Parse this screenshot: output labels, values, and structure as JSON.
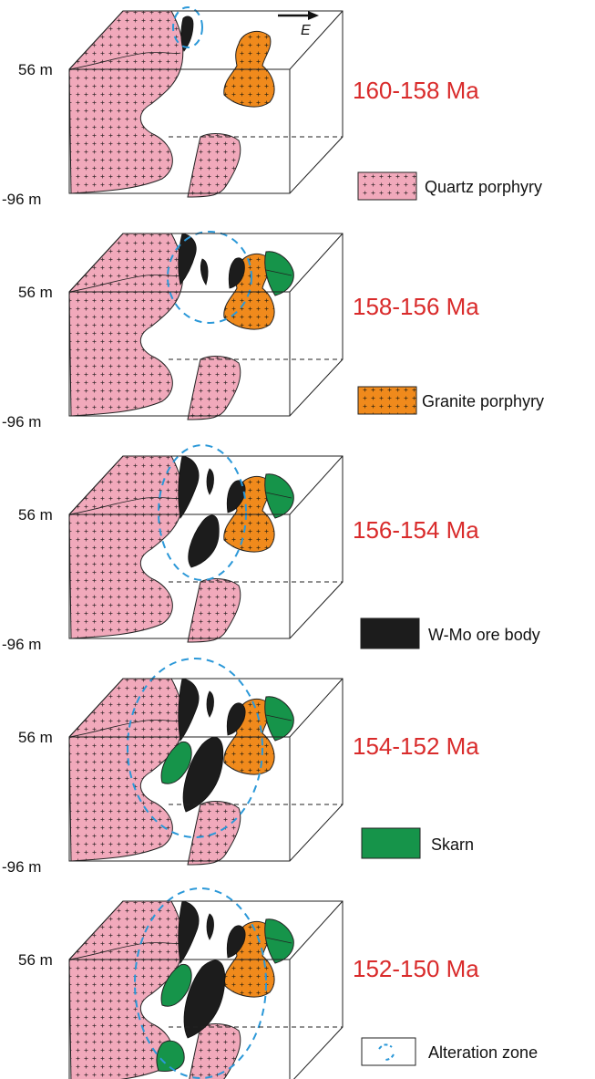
{
  "figure": {
    "direction_label": "E",
    "depth_top": "56 m",
    "depth_bottom": "-96 m",
    "stages": [
      {
        "age": "160-158 Ma"
      },
      {
        "age": "158-156 Ma"
      },
      {
        "age": "156-154 Ma"
      },
      {
        "age": "154-152 Ma"
      },
      {
        "age": "152-150 Ma"
      }
    ],
    "legend": [
      {
        "label": "Quartz porphyry",
        "color": "#f1a9bb",
        "pattern": "crosses"
      },
      {
        "label": "Granite porphyry",
        "color": "#f08a1c",
        "pattern": "crosses"
      },
      {
        "label": "W-Mo ore body",
        "color": "#1c1c1c",
        "pattern": "solid"
      },
      {
        "label": "Skarn",
        "color": "#16944a",
        "pattern": "solid"
      },
      {
        "label": "Alteration zone",
        "color": "#2b98d8",
        "pattern": "dashed-outline"
      }
    ]
  }
}
